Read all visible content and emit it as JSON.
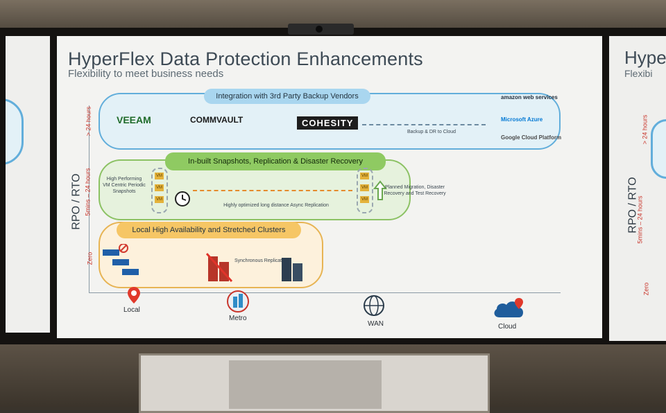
{
  "slide": {
    "title": "HyperFlex Data Protection Enhancements",
    "subtitle": "Flexibility to meet business needs",
    "y_axis_label": "RPO / RTO",
    "tiers": {
      "top": "> 24 hours",
      "mid": "5mins – 24 hours",
      "low": "Zero"
    },
    "lanes": {
      "third_party": {
        "title": "Integration with 3rd Party Backup Vendors",
        "vendors": [
          "VEEAM",
          "COMMVAULT",
          "COHESITY"
        ],
        "cloud_note": "Backup & DR to Cloud",
        "cloud_providers": [
          "amazon web services",
          "Microsoft Azure",
          "Google Cloud Platform"
        ]
      },
      "inbuilt": {
        "title": "In-built Snapshots, Replication & Disaster Recovery",
        "left_note": "High Performing VM Centric Periodic Snapshots",
        "middle_note": "Highly optimized long distance Async Replication",
        "right_note": "Planned Migration, Disaster Recovery and Test Recovery",
        "vm_label": "VM"
      },
      "local": {
        "title": "Local High Availability and Stretched Clusters",
        "sync_note": "Synchronous Replication"
      }
    },
    "locations": [
      "Local",
      "Metro",
      "WAN",
      "Cloud"
    ]
  },
  "right_screen": {
    "title": "Hype",
    "subtitle": "Flexibi",
    "y_axis_label": "RPO / RTO",
    "tiers": [
      "> 24 hours",
      "5mins – 24 hours",
      "Zero"
    ]
  }
}
